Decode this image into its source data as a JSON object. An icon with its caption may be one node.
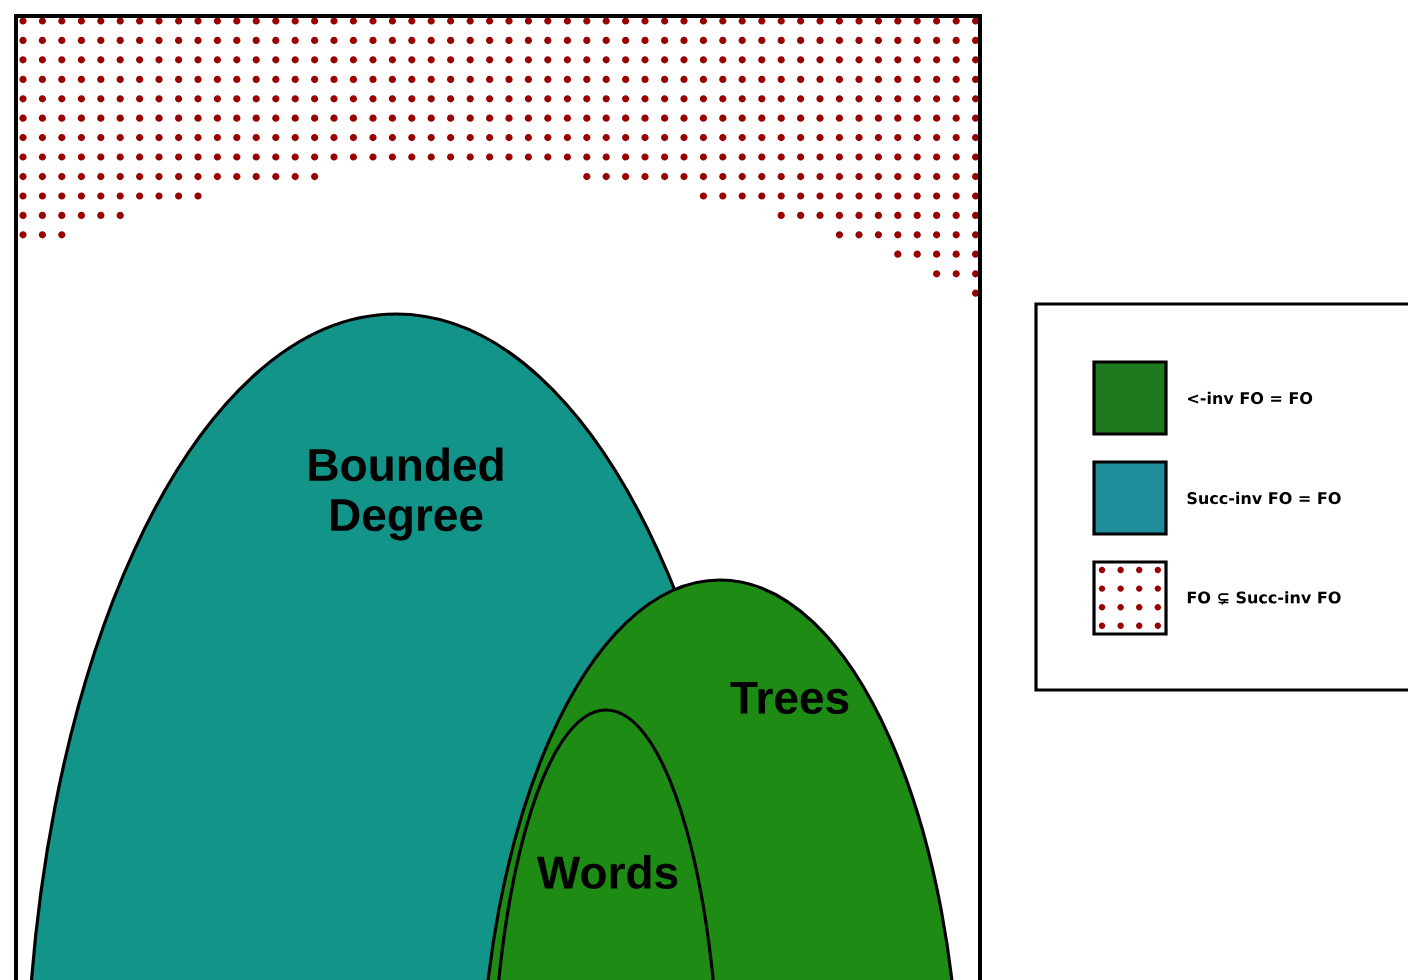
{
  "diagram": {
    "nodes": [
      {
        "text": [
          "Bounded Degree"
        ]
      },
      {
        "text": [
          "Trees"
        ]
      },
      {
        "text": [
          "Words"
        ]
      }
    ],
    "legend": [
      {
        "text": "<-inv FO = FO",
        "color": "#1f7a1f"
      },
      {
        "text": "Succ-inv FO = FO",
        "color": "#1f8d9a"
      },
      {
        "text": "FO ⊊ Succ-inv FO"
      }
    ]
  }
}
